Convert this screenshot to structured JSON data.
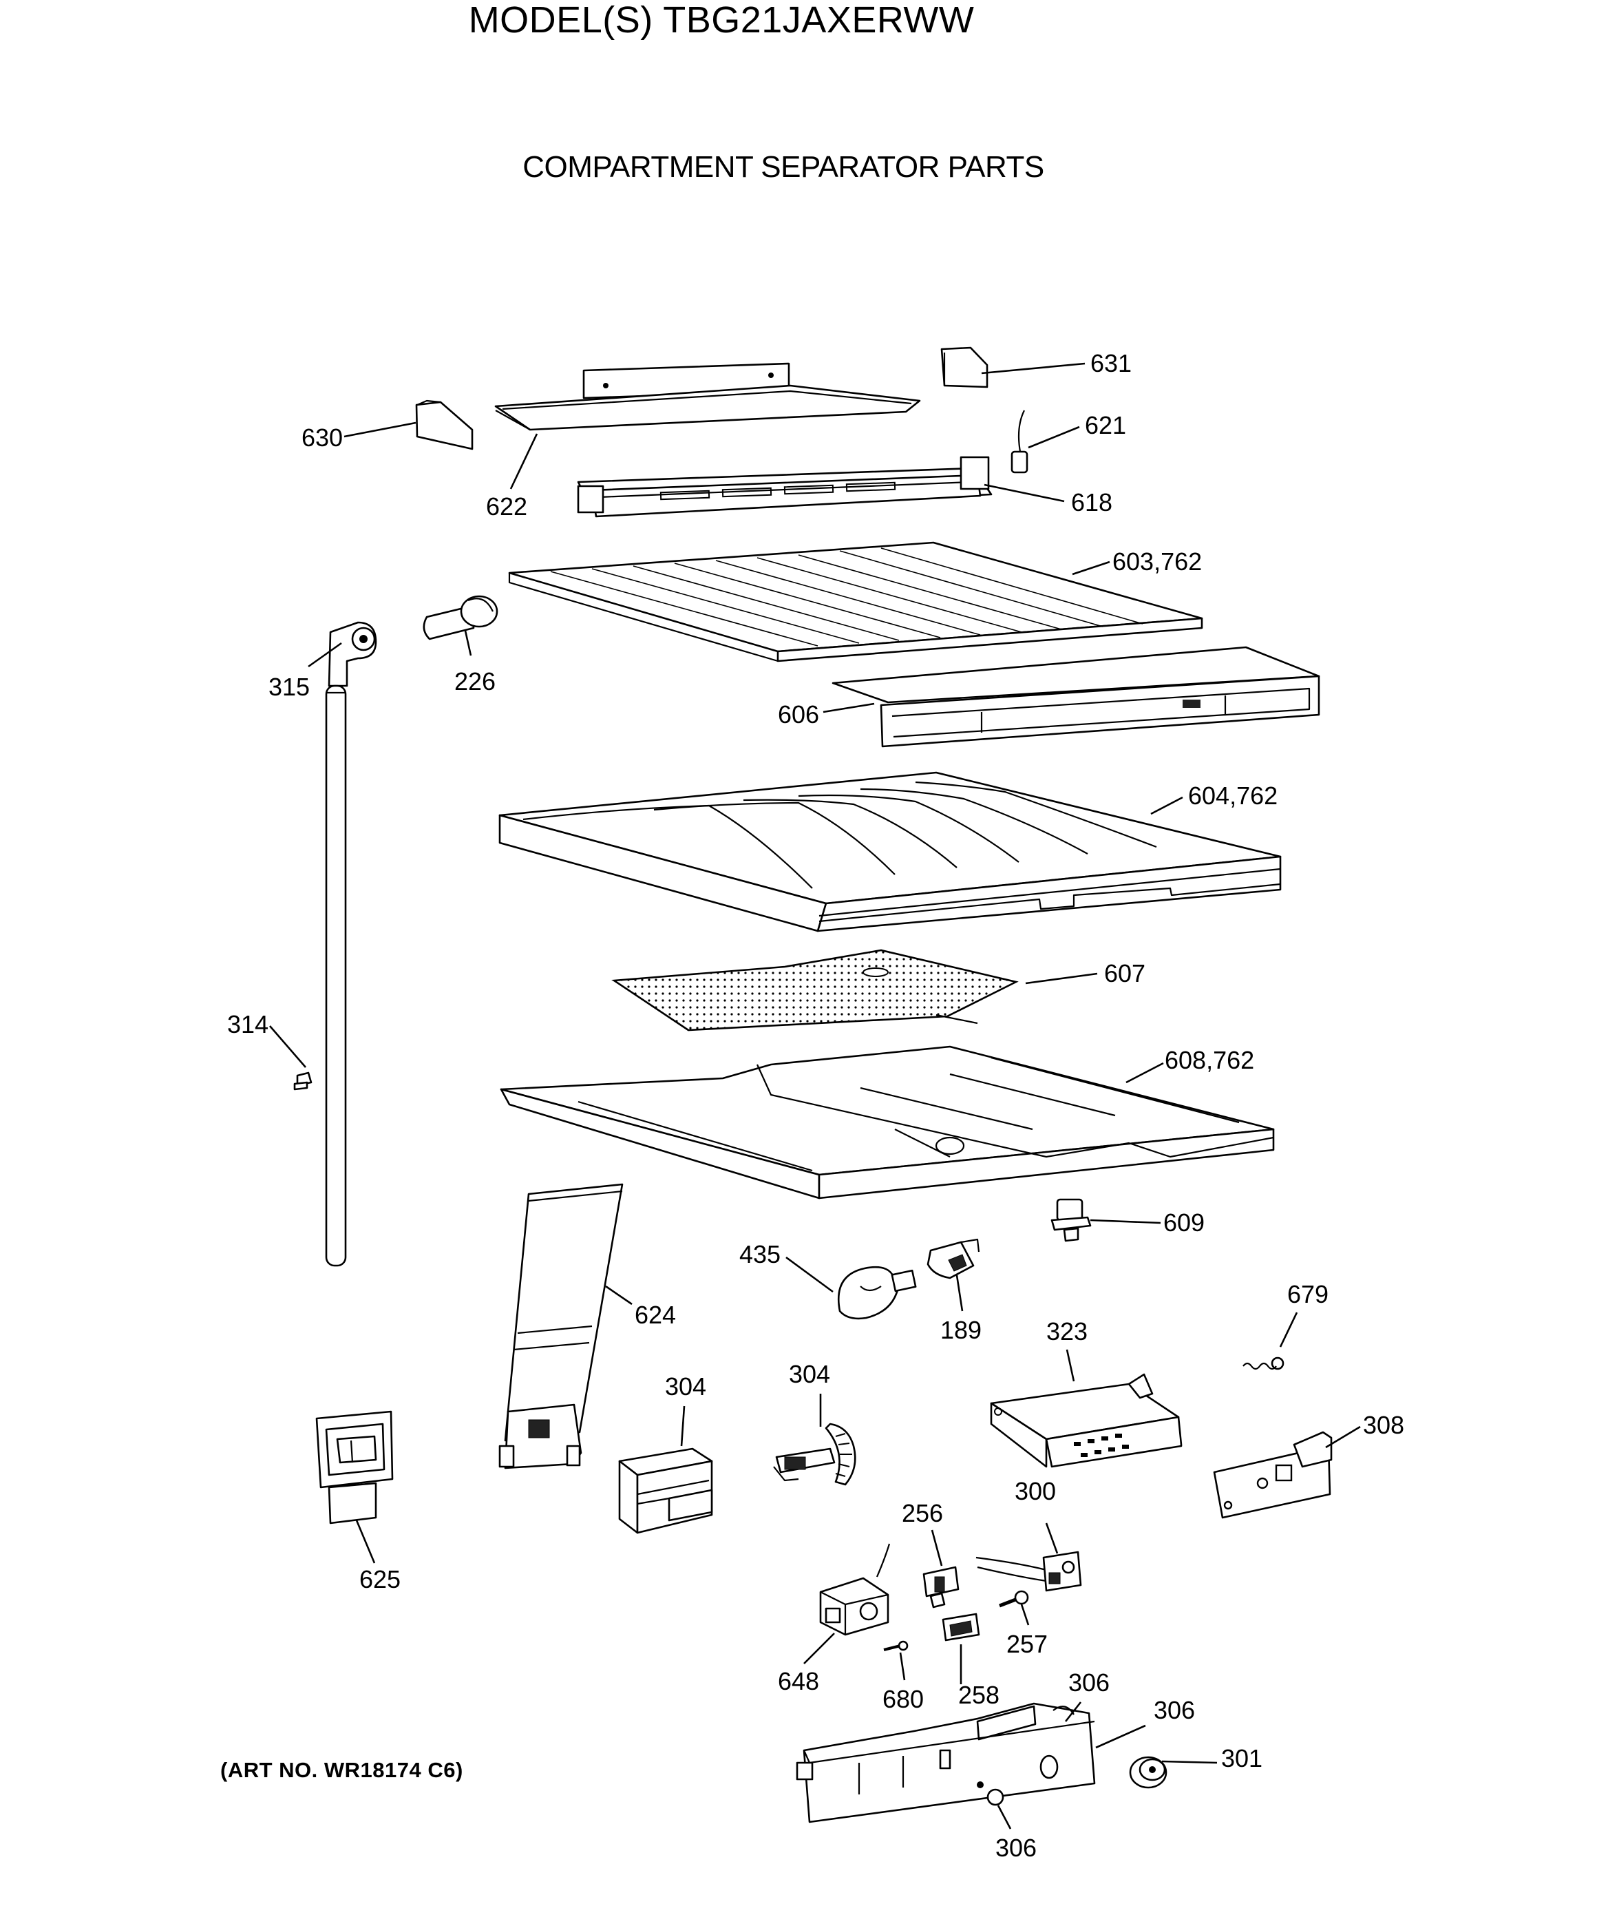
{
  "header": {
    "model_title": "MODEL(S) TBG21JAXERWW",
    "section_title": "COMPARTMENT SEPARATOR PARTS"
  },
  "footer": {
    "art_no": "(ART NO. WR18174 C6)"
  },
  "callouts": {
    "p631": "631",
    "p630": "630",
    "p621": "621",
    "p622": "622",
    "p618": "618",
    "p603": "603,762",
    "p315": "315",
    "p226": "226",
    "p606": "606",
    "p604": "604,762",
    "p607": "607",
    "p314": "314",
    "p608": "608,762",
    "p609": "609",
    "p435": "435",
    "p189": "189",
    "p624": "624",
    "p679": "679",
    "p323": "323",
    "p304a": "304",
    "p304b": "304",
    "p308": "308",
    "p625": "625",
    "p300": "300",
    "p256": "256",
    "p257": "257",
    "p648": "648",
    "p680": "680",
    "p258": "258",
    "p306a": "306",
    "p306b": "306",
    "p301": "301",
    "p306c": "306"
  }
}
